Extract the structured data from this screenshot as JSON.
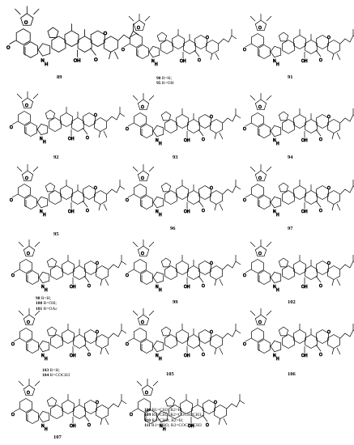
{
  "compounds": [
    {
      "id": "89",
      "label": "89",
      "variant": "large"
    },
    {
      "id": "90",
      "label": "90",
      "subs": [
        {
          "num": "90",
          "text": " R=H;"
        },
        {
          "num": "95",
          "text": " R=OH"
        }
      ]
    },
    {
      "id": "91",
      "label": "91"
    },
    {
      "id": "92",
      "label": "92"
    },
    {
      "id": "93",
      "label": "93"
    },
    {
      "id": "94",
      "label": "94"
    },
    {
      "id": "95",
      "label": "95"
    },
    {
      "id": "96",
      "label": "96"
    },
    {
      "id": "97",
      "label": "97"
    },
    {
      "id": "98",
      "label": "98",
      "subs": [
        {
          "num": "98",
          "text": "  R=H;"
        },
        {
          "num": "100",
          "text": " R=OH;"
        },
        {
          "num": "101",
          "text": " R=OAc"
        }
      ]
    },
    {
      "id": "99",
      "label": "99"
    },
    {
      "id": "102",
      "label": "102"
    },
    {
      "id": "103",
      "label": "103",
      "subs": [
        {
          "num": "103",
          "text": " R=H;"
        },
        {
          "num": "104",
          "text": " R=COCH3"
        }
      ]
    },
    {
      "id": "105",
      "label": "105"
    },
    {
      "id": "106",
      "label": "106"
    },
    {
      "id": "107",
      "label": "107"
    },
    {
      "id": "108",
      "label": "108",
      "subs": [
        {
          "num": "108",
          "text": " R1=CH3, R2=H;"
        },
        {
          "num": "109",
          "text": " R1=CH3, R2=COCH2CH3;"
        },
        {
          "num": "110",
          "text": " R1=CHO, R2=H;"
        },
        {
          "num": "111",
          "text": " R1=CHO, R2=COCH2CH3"
        }
      ]
    }
  ],
  "atom_labels": {
    "oh": "OH",
    "o": "O",
    "h": "H",
    "nh": "N",
    "r": "R",
    "or2": "OR2",
    "oac": "OCOCH3"
  }
}
